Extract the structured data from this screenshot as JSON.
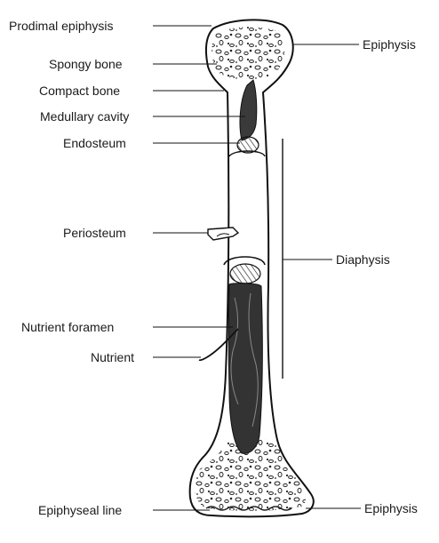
{
  "labels_left": [
    {
      "id": "prodimal-epiphysis",
      "text": "Prodimal epiphysis"
    },
    {
      "id": "spongy-bone",
      "text": "Spongy bone"
    },
    {
      "id": "compact-bone",
      "text": "Compact bone"
    },
    {
      "id": "medullary-cavity",
      "text": "Medullary cavity"
    },
    {
      "id": "endosteum",
      "text": "Endosteum"
    },
    {
      "id": "periosteum",
      "text": "Periosteum"
    },
    {
      "id": "nutrient-foramen",
      "text": "Nutrient foramen"
    },
    {
      "id": "nutrient",
      "text": "Nutrient"
    },
    {
      "id": "epiphyseal-line",
      "text": "Epiphyseal line"
    }
  ],
  "labels_right": [
    {
      "id": "epiphysis-top",
      "text": "Epiphysis"
    },
    {
      "id": "diaphysis",
      "text": "Diaphysis"
    },
    {
      "id": "epiphysis-bottom",
      "text": "Epiphysis"
    }
  ]
}
